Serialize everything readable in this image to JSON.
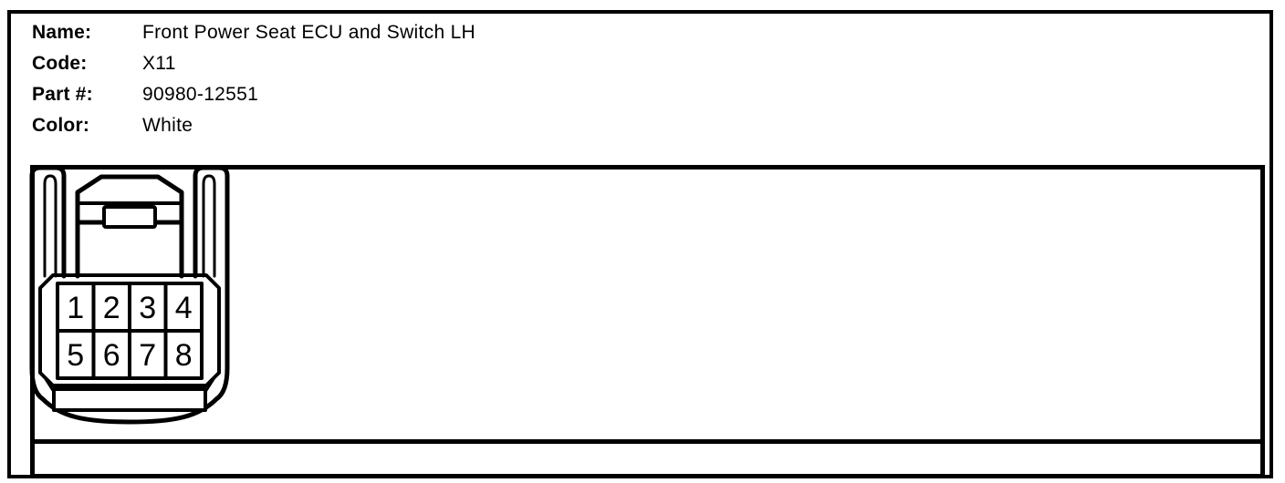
{
  "page": {
    "background": "#ffffff",
    "line_color": "#000000"
  },
  "header": {
    "fields": [
      {
        "label": "Name:",
        "value": "Front Power Seat ECU and Switch LH"
      },
      {
        "label": "Code:",
        "value": "X11"
      },
      {
        "label": "Part #:",
        "value": "90980-12551"
      },
      {
        "label": "Color:",
        "value": "White"
      }
    ]
  },
  "connector": {
    "description": "8-pin connector face view, 4 columns by 2 rows",
    "pins": [
      "1",
      "2",
      "3",
      "4",
      "5",
      "6",
      "7",
      "8"
    ]
  }
}
